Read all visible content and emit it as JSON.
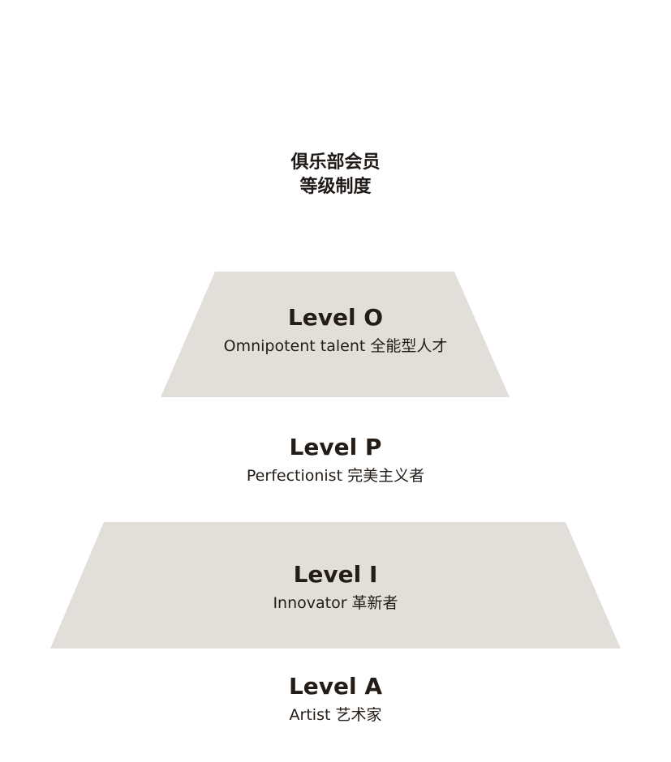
{
  "title": {
    "line1": "俱乐部会员",
    "line2": "等级制度"
  },
  "levels": [
    {
      "name": "Level O",
      "desc": "Omnipotent talent 全能型人才",
      "shaded": true
    },
    {
      "name": "Level P",
      "desc": "Perfectionist 完美主义者",
      "shaded": false
    },
    {
      "name": "Level I",
      "desc": "Innovator 革新者",
      "shaded": true
    },
    {
      "name": "Level A",
      "desc": "Artist 艺术家",
      "shaded": false
    }
  ],
  "colors": {
    "band_fill": "#e2dfda",
    "text": "#231c17",
    "background": "#ffffff"
  }
}
